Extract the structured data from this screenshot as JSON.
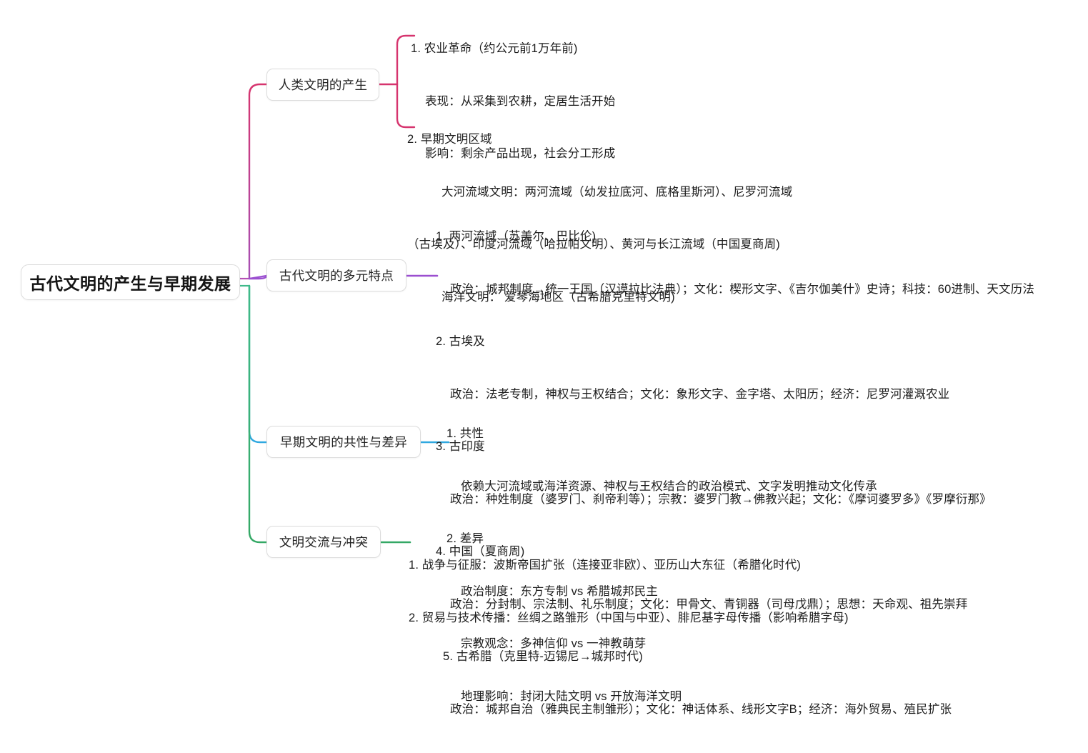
{
  "root": {
    "label": "古代文明的产生与早期发展"
  },
  "colors": {
    "branch1": "#d6346e",
    "branch2": "#9b4fd0",
    "branch3": "#2fa8e0",
    "branch4": "#34a865",
    "node_border": "#dcdcdc",
    "text": "#1c1c1c",
    "background": "#ffffff"
  },
  "branches": [
    {
      "label": "人类文明的产生",
      "color": "#d6346e",
      "groups": [
        {
          "lines": [
            "1. 农业革命（约公元前1万年前)",
            "表现：从采集到农耕，定居生活开始",
            "影响：剩余产品出现，社会分工形成"
          ]
        },
        {
          "lines": [
            "2. 早期文明区域",
            "大河流域文明：两河流域（幼发拉底河、底格里斯河）、尼罗河流域",
            "（古埃及）、印度河流域（哈拉帕文明）、黄河与长江流域（中国夏商周)",
            "海洋文明： 爱琴海地区（古希腊克里特文明)"
          ]
        }
      ]
    },
    {
      "label": "古代文明的多元特点",
      "color": "#9b4fd0",
      "groups": [
        {
          "lines": [
            "1. 两河流域（苏美尔、巴比伦)",
            "政治：城邦制度→统一王国（汉谟拉比法典）；文化：楔形文字、《吉尔伽美什》史诗；科技：60进制、天文历法",
            "2. 古埃及",
            "政治：法老专制，神权与王权结合；文化：象形文字、金字塔、太阳历；经济：尼罗河灌溉农业",
            "3. 古印度",
            "政治：种姓制度（婆罗门、刹帝利等）；宗教：婆罗门教→佛教兴起；文化：《摩诃婆罗多》《罗摩衍那》",
            "4. 中国（夏商周)",
            "政治：分封制、宗法制、礼乐制度；文化：甲骨文、青铜器（司母戊鼎）；思想：天命观、祖先崇拜",
            "5. 古希腊（克里特-迈锡尼→城邦时代)",
            "政治：城邦自治（雅典民主制雏形）；文化：神话体系、线形文字B；经济：海外贸易、殖民扩张"
          ]
        }
      ]
    },
    {
      "label": "早期文明的共性与差异",
      "color": "#2fa8e0",
      "groups": [
        {
          "lines": [
            "1. 共性",
            "依赖大河流域或海洋资源、神权与王权结合的政治模式、文字发明推动文化传承",
            "2. 差异",
            "政治制度：东方专制 vs 希腊城邦民主",
            "宗教观念：多神信仰 vs 一神教萌芽",
            "地理影响：封闭大陆文明 vs 开放海洋文明"
          ]
        }
      ]
    },
    {
      "label": "文明交流与冲突",
      "color": "#34a865",
      "groups": [
        {
          "lines": [
            "1. 战争与征服：波斯帝国扩张（连接亚非欧）、亚历山大东征（希腊化时代)",
            "2. 贸易与技术传播：丝绸之路雏形（中国与中亚）、腓尼基字母传播（影响希腊字母)"
          ]
        }
      ]
    }
  ]
}
